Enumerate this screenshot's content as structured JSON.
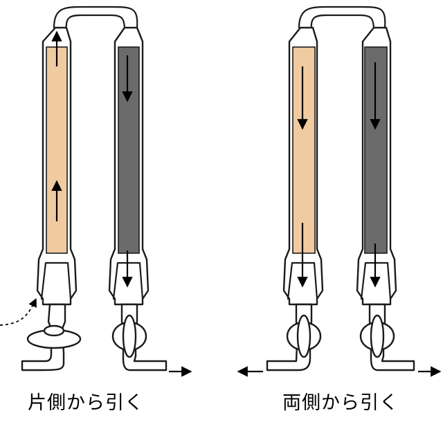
{
  "captions": {
    "left": "片側から引く",
    "right": "両側から引く"
  },
  "colors": {
    "light_phase": "#f0caa0",
    "dark_phase": "#6b6b6b",
    "outline": "#1a1a1a",
    "arrow": "#000000"
  },
  "diagrams": [
    {
      "id": "left",
      "left_column": "light-phase",
      "right_column": "dark-phase",
      "light_flow": "up",
      "dark_flow": "down",
      "left_outlet": "none",
      "right_outlet": "right",
      "pump_inlet": "dashed-left"
    },
    {
      "id": "right",
      "left_column": "light-phase",
      "right_column": "dark-phase",
      "light_flow": "down",
      "dark_flow": "down",
      "left_outlet": "left",
      "right_outlet": "right",
      "pump_inlet": "none"
    }
  ]
}
